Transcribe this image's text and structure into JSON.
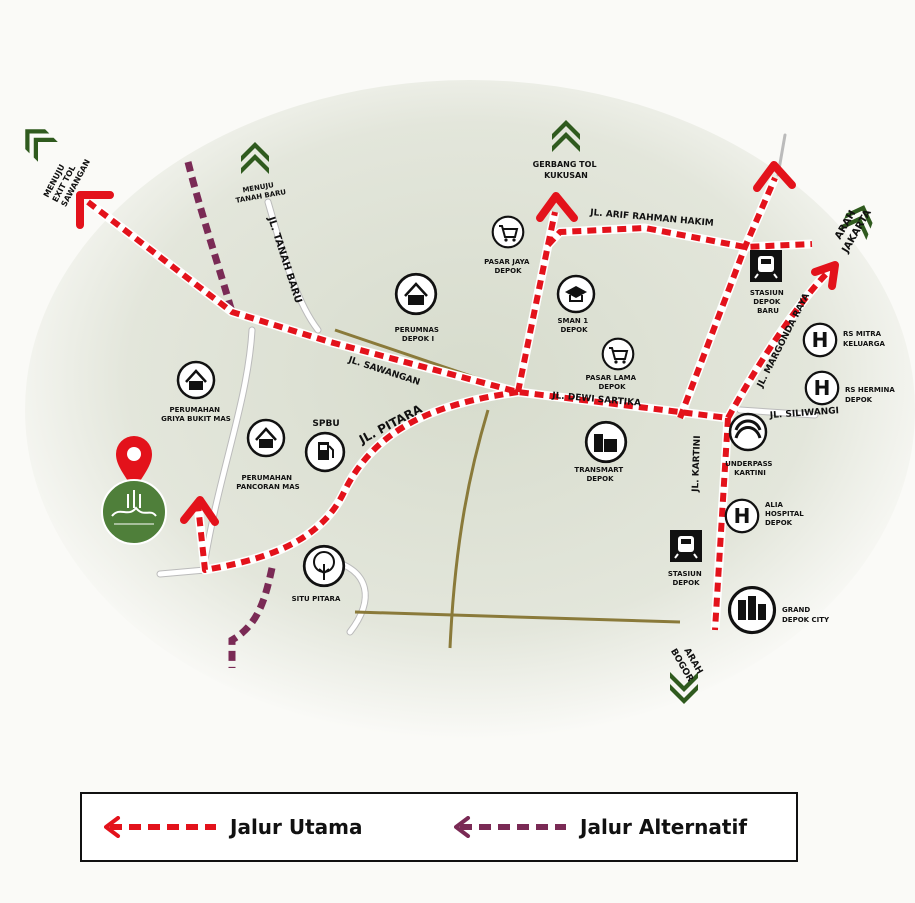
{
  "colors": {
    "main_route": "#e3121b",
    "alt_route": "#7a2a55",
    "minor_road": "#8a7a3a",
    "direction_arrow": "#2f5a1e",
    "location_pin": "#e3121b",
    "logo_bg": "#4f7f3a",
    "map_bg": "#dfe3d6"
  },
  "directions": {
    "exit_tol_sawangan": [
      "MENUJU",
      "EXIT TOL",
      "SAWANGAN"
    ],
    "tanah_baru": [
      "MENUJU",
      "TANAH BARU"
    ],
    "gerbang_tol_kukusan": [
      "GERBANG TOL",
      "KUKUSAN"
    ],
    "arah_jakarta": [
      "ARAH",
      "JAKARTA"
    ],
    "arah_bogor": [
      "ARAH",
      "BOGOR"
    ]
  },
  "roads": {
    "tanah_baru": "JL. TANAH BARU",
    "arif_rahman_hakim": "JL. ARIF RAHMAN HAKIM",
    "sawangan": "JL. SAWANGAN",
    "pitara": "JL. PITARA",
    "dewi_sartika": "JL. DEWI SARTIKA",
    "margonda": "JL. MARGONDA RAYA",
    "siliwangi": "JL. SILIWANGI",
    "kartini": "JL. KARTINI"
  },
  "landmarks": {
    "pasar_jaya": [
      "PASAR JAYA",
      "DEPOK"
    ],
    "sman1": [
      "SMAN 1",
      "DEPOK"
    ],
    "perumnas": [
      "PERUMNAS",
      "DEPOK I"
    ],
    "pasar_lama": [
      "PASAR LAMA",
      "DEPOK"
    ],
    "stasiun_baru": [
      "STASIUN",
      "DEPOK",
      "BARU"
    ],
    "rs_mitra": [
      "RS MITRA",
      "KELUARGA"
    ],
    "rs_hermina": [
      "RS HERMINA",
      "DEPOK"
    ],
    "griya_bukit": [
      "PERUMAHAN",
      "GRIYA BUKIT MAS"
    ],
    "spbu": [
      "SPBU"
    ],
    "pancoran": [
      "PERUMAHAN",
      "PANCORAN MAS"
    ],
    "transmart": [
      "TRANSMART",
      "DEPOK"
    ],
    "underpass": [
      "UNDERPASS",
      "KARTINI"
    ],
    "alia": [
      "ALIA",
      "HOSPITAL",
      "DEPOK"
    ],
    "stasiun_depok": [
      "STASIUN",
      "DEPOK"
    ],
    "grand_depok": [
      "GRAND",
      "DEPOK CITY"
    ],
    "situ_pitara": [
      "SITU PITARA"
    ]
  },
  "icons": {
    "house": "house-icon",
    "cart": "shopping-cart-icon",
    "school": "graduation-cap-icon",
    "train": "train-icon",
    "hospital": "hospital-h-icon",
    "fuel": "fuel-pump-icon",
    "mall": "building-icon",
    "tree": "tree-icon",
    "pin": "location-pin-icon"
  },
  "legend": {
    "main": "Jalur Utama",
    "alt": "Jalur Alternatif"
  }
}
